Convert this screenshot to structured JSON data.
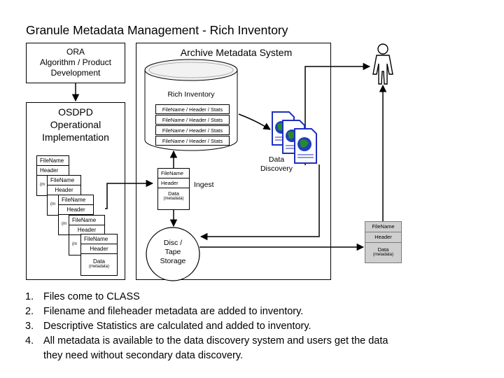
{
  "title": "Granule Metadata Management - Rich Inventory",
  "ora": {
    "label_line1": "ORA",
    "label_line2": "Algorithm / Product",
    "label_line3": "Development"
  },
  "osdpd": {
    "label_line1": "OSDPD",
    "label_line2": "Operational",
    "label_line3": "Implementation"
  },
  "archive": {
    "title": "Archive Metadata System",
    "rich_inventory": "Rich Inventory",
    "inventory_rows": [
      "FileName / Header / Stats",
      "FileName / Header / Stats",
      "FileName / Header / Stats",
      "FileName / Header / Stats"
    ],
    "ingest_label": "Ingest",
    "storage_line1": "Disc /",
    "storage_line2": "Tape",
    "storage_line3": "Storage"
  },
  "data_discovery": {
    "line1": "Data",
    "line2": "Discovery"
  },
  "file_card": {
    "filename": "FileName",
    "header": "Header",
    "data": "Data",
    "metadata": "(metadata)",
    "partial_metadata": "(m"
  },
  "steps": [
    {
      "num": "1.",
      "text": "Files come to CLASS"
    },
    {
      "num": "2.",
      "text": "Filename and fileheader metadata are added to inventory."
    },
    {
      "num": "3.",
      "text": "Descriptive Statistics are calculated and added to inventory."
    },
    {
      "num": "4.",
      "text": "All metadata is available to the data discovery system and users get the data"
    },
    {
      "num": "",
      "text": "they need without secondary data discovery."
    }
  ],
  "colors": {
    "shaded_fill": "#cfcfcf",
    "doc_blue": "#1f2fbf",
    "globe_green": "#2a8a2a",
    "globe_blue": "#1f3fbf",
    "light_gray": "#e6e6e6"
  }
}
